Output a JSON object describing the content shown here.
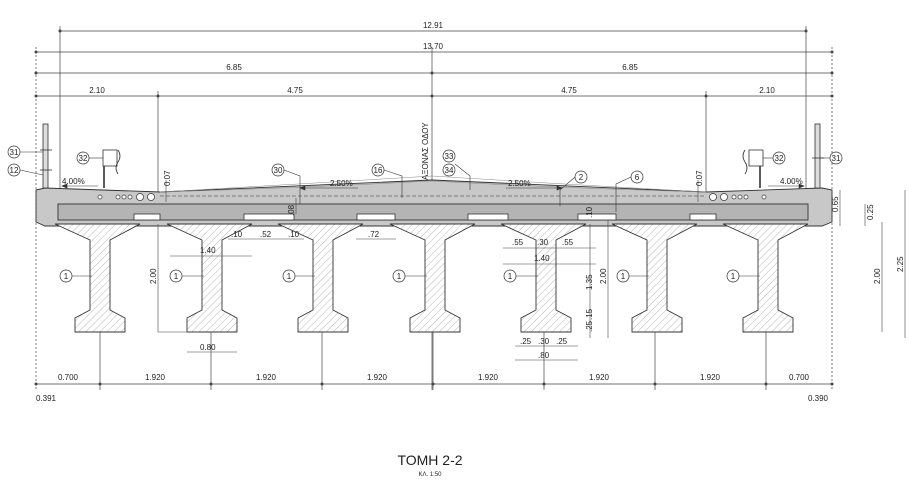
{
  "title": "ΤΟΜΗ 2-2",
  "scale": "ΚΛ. 1:50",
  "axis_label": "ΑΞΟΝΑΣ ΟΔΟΥ",
  "colors": {
    "line": "#333333",
    "concrete": "#c8c8c8",
    "deck": "#b4b4b4",
    "dim": "#444444"
  },
  "top_dims": {
    "total_a": "12.91",
    "total_b": "13.70",
    "half_left": "6.85",
    "half_right": "6.85",
    "side_left": "2.10",
    "lane_left": "4.75",
    "lane_right": "4.75",
    "side_right": "2.10"
  },
  "bottom_dims": {
    "edge_left": "0.700",
    "spacings": [
      "1.920",
      "1.920",
      "1.920",
      "1.920",
      "1.920",
      "1.920"
    ],
    "edge_right": "0.700",
    "offset_left": "0.391",
    "offset_right": "0.390"
  },
  "slopes": {
    "left_walk": "4.00%",
    "left_lane": "2.50%",
    "right_lane": "2.50%",
    "right_walk": "4.00%"
  },
  "callouts": {
    "c31": "31",
    "c12": "12",
    "c32": "32",
    "c30": "30",
    "c16": "16",
    "c33": "33",
    "c34": "34",
    "c2": "2",
    "c6": "6",
    "c1": "1"
  },
  "detail_dims": {
    "d007l": "0.07",
    "d007r": "0.07",
    "d08": ".08",
    "d10a": ".10",
    "d52": ".52",
    "d10b": ".10",
    "d72": ".72",
    "d140l": "1.40",
    "d200l": "2.00",
    "d080": "0.80",
    "d55a": ".55",
    "d30a": ".30",
    "d55b": ".55",
    "d140r": "1.40",
    "d135": "1.35",
    "d200c": "2.00",
    "d25v": ".25",
    "d15v": ".15",
    "d10v": ".10",
    "d25a": ".25",
    "d30b": ".30",
    "d25b": ".25",
    "d80": ".80",
    "d065": "0.65",
    "d025": "0.25",
    "d200r": "2.00",
    "d225": "2.25"
  }
}
